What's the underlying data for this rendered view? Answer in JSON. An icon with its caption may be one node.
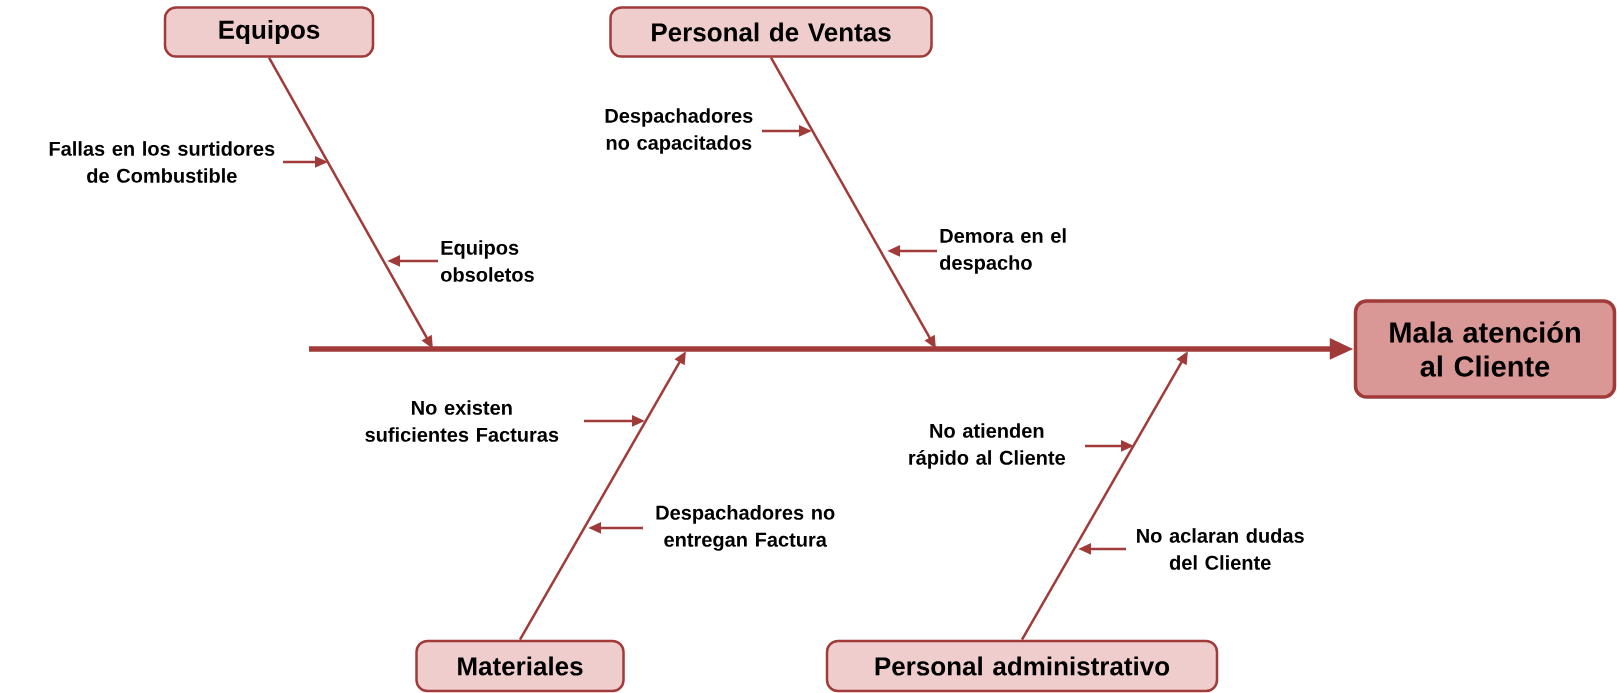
{
  "diagram": {
    "nodes": [
      {
        "text": [
          "Equipos"
        ]
      },
      {
        "text": [
          "Personal de Ventas"
        ]
      },
      {
        "text": [
          "Mala atención al Cliente"
        ]
      },
      {
        "text": [
          "Materiales"
        ]
      },
      {
        "text": [
          "Personal administrativo"
        ]
      },
      {
        "text": [
          "Fallas en los surtidores de Combustible"
        ]
      },
      {
        "text": [
          "Equipos obsoletos"
        ]
      },
      {
        "text": [
          "Despachadores no capacitados"
        ]
      },
      {
        "text": [
          "Demora en el despacho"
        ]
      },
      {
        "text": [
          "No existen suficientes Facturas"
        ]
      },
      {
        "text": [
          "Despachadores no entregan Factura"
        ]
      },
      {
        "text": [
          "No atienden rápido al Cliente"
        ]
      },
      {
        "text": [
          "No aclaran dudas del Cliente"
        ]
      }
    ],
    "edges": [
      {
        "from": null,
        "to": 2,
        "arrow": "to",
        "style": "thick"
      },
      {
        "from": 0,
        "to": null,
        "arrow": "to"
      },
      {
        "from": 1,
        "to": null,
        "arrow": "to"
      },
      {
        "from": 3,
        "to": null,
        "arrow": "to"
      },
      {
        "from": 4,
        "to": null,
        "arrow": "to"
      },
      {
        "from": 5,
        "to": null,
        "arrow": "to"
      },
      {
        "from": 6,
        "to": null,
        "arrow": "to"
      },
      {
        "from": 7,
        "to": null,
        "arrow": "to"
      },
      {
        "from": 8,
        "to": null,
        "arrow": "to"
      },
      {
        "from": 9,
        "to": null,
        "arrow": "to"
      },
      {
        "from": 10,
        "to": null,
        "arrow": "to"
      },
      {
        "from": 11,
        "to": null,
        "arrow": "to"
      },
      {
        "from": 12,
        "to": null,
        "arrow": "to"
      }
    ]
  }
}
